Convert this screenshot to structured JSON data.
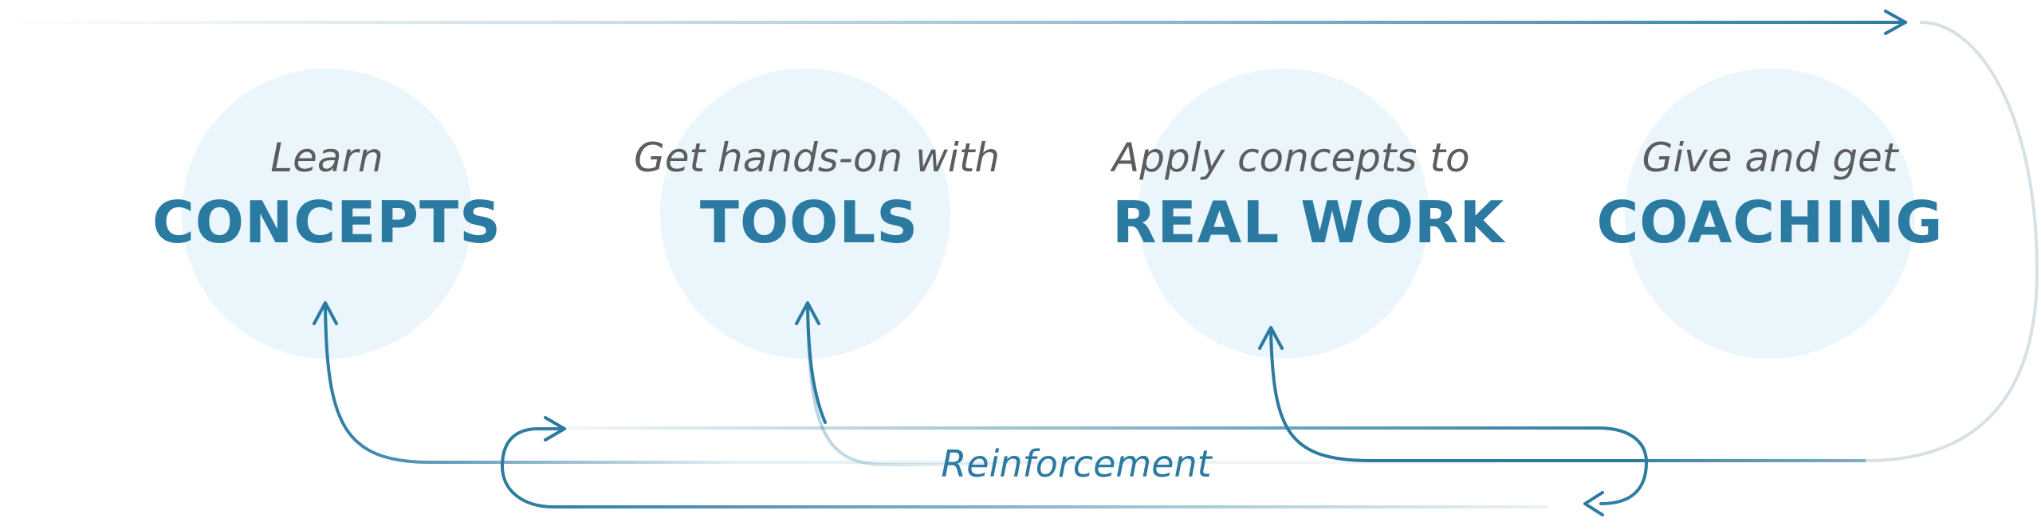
{
  "stages": [
    {
      "subtitle": "Learn",
      "title": "CONCEPTS"
    },
    {
      "subtitle": "Get hands-on with",
      "title": "TOOLS"
    },
    {
      "subtitle": "Apply concepts to",
      "title": "REAL WORK"
    },
    {
      "subtitle": "Give and get",
      "title": "COACHING"
    }
  ],
  "reinforcement_label": "Reinforcement",
  "colors": {
    "circle_fill": "#eaf5fc",
    "accent_blue": "#2a7aa1",
    "subtitle_gray": "#5d5d5d",
    "faded_line": "#d6e0e6"
  }
}
